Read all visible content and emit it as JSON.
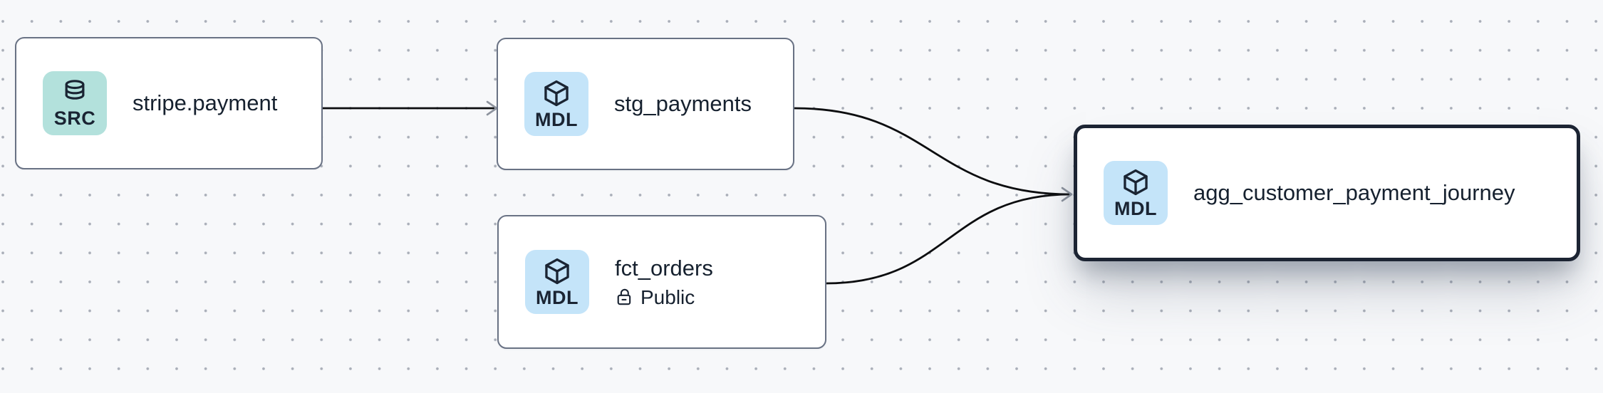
{
  "app": {
    "view": "data-lineage-graph"
  },
  "canvas": {
    "background": "#f7f8fa",
    "dot_color": "#a9aeb8"
  },
  "colors": {
    "edge": "#0c0d0f",
    "arrowhead": "#8d939e",
    "node_border": "#697284",
    "selected_node_border": "#1c2433",
    "node_fill": "#ffffff",
    "text": "#16212f",
    "src_badge": "#b3e1dc",
    "mdl_badge": "#c4e4f9"
  },
  "nodes": [
    {
      "id": "stripe.payment",
      "title": "stripe.payment",
      "badge": {
        "label": "SRC",
        "icon": "database-icon",
        "color": "#b3e1dc"
      },
      "selected": false
    },
    {
      "id": "stg_payments",
      "title": "stg_payments",
      "badge": {
        "label": "MDL",
        "icon": "cube-icon",
        "color": "#c4e4f9"
      },
      "selected": false
    },
    {
      "id": "fct_orders",
      "title": "fct_orders",
      "badge": {
        "label": "MDL",
        "icon": "cube-icon",
        "color": "#c4e4f9"
      },
      "access": {
        "icon": "lock-open-icon",
        "label": "Public"
      },
      "selected": false
    },
    {
      "id": "agg_customer_payment_journey",
      "title": "agg_customer_payment_journey",
      "badge": {
        "label": "MDL",
        "icon": "cube-icon",
        "color": "#c4e4f9"
      },
      "selected": true
    }
  ],
  "edges": [
    {
      "from": "stripe.payment",
      "to": "stg_payments"
    },
    {
      "from": "stg_payments",
      "to": "agg_customer_payment_journey"
    },
    {
      "from": "fct_orders",
      "to": "agg_customer_payment_journey"
    }
  ]
}
